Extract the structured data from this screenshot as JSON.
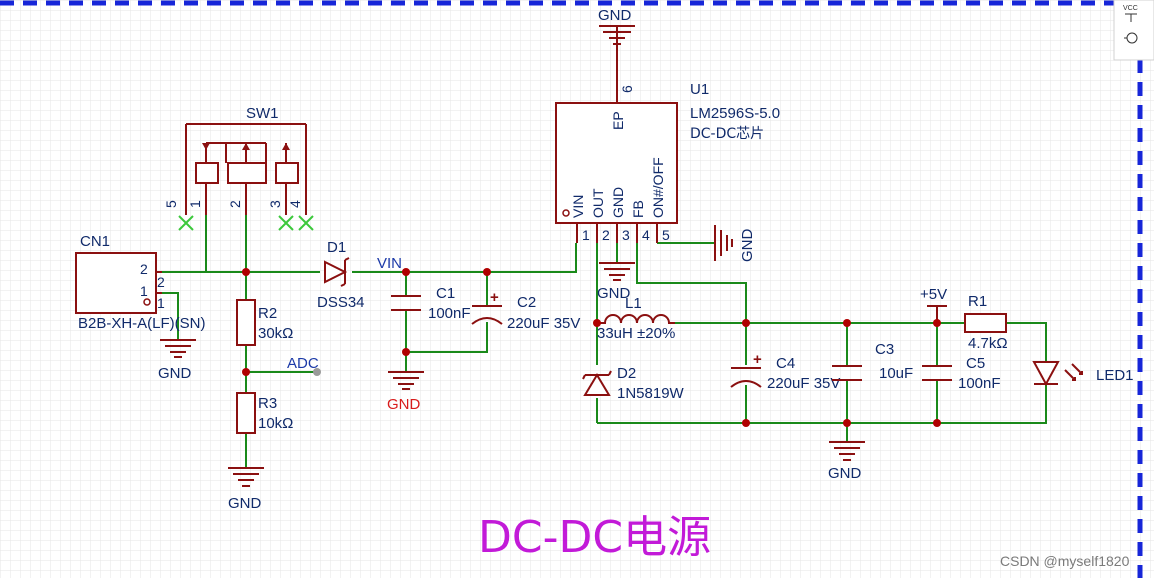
{
  "title": "DC-DC电源",
  "watermark": "CSDN @myself1820",
  "toolbar": {
    "vcc_label": "VCC"
  },
  "components": {
    "sw1": {
      "ref": "SW1",
      "pins": [
        "5",
        "1",
        "2",
        "3",
        "4"
      ]
    },
    "cn1": {
      "ref": "CN1",
      "value": "B2B-XH-A(LF)(SN)",
      "pins": [
        "2",
        "1",
        "2",
        "1"
      ]
    },
    "d1": {
      "ref": "D1",
      "value": "DSS34"
    },
    "r2": {
      "ref": "R2",
      "value": "30kΩ"
    },
    "r3": {
      "ref": "R3",
      "value": "10kΩ"
    },
    "c1": {
      "ref": "C1",
      "value": "100nF"
    },
    "c2": {
      "ref": "C2",
      "value": "220uF 35V",
      "polarity": "+"
    },
    "u1": {
      "ref": "U1",
      "value": "LM2596S-5.0",
      "desc": "DC-DC芯片",
      "pin_names": [
        "VIN",
        "OUT",
        "GND",
        "FB",
        "ON#/OFF",
        "EP"
      ],
      "pin_numbers": [
        "1",
        "2",
        "3",
        "4",
        "5",
        "6"
      ]
    },
    "l1": {
      "ref": "L1",
      "value": "33uH ±20%"
    },
    "d2": {
      "ref": "D2",
      "value": "1N5819W"
    },
    "c4": {
      "ref": "C4",
      "value": "220uF 35V",
      "polarity": "+"
    },
    "c3": {
      "ref": "C3",
      "value": "10uF"
    },
    "c5": {
      "ref": "C5",
      "value": "100nF"
    },
    "r1": {
      "ref": "R1",
      "value": "4.7kΩ"
    },
    "led1": {
      "ref": "LED1"
    }
  },
  "nets": {
    "vin": "VIN",
    "adc": "ADC",
    "v5": "+5V",
    "gnd": "GND"
  },
  "colors": {
    "wire": "#1a8a1a",
    "part": "#8b1010",
    "junction": "#b00000",
    "label": "#102a6a",
    "net_label": "#1c3aa8",
    "title": "#c21ad8",
    "border": "#1726d8",
    "gnd_highlight": "#d81b1b"
  }
}
